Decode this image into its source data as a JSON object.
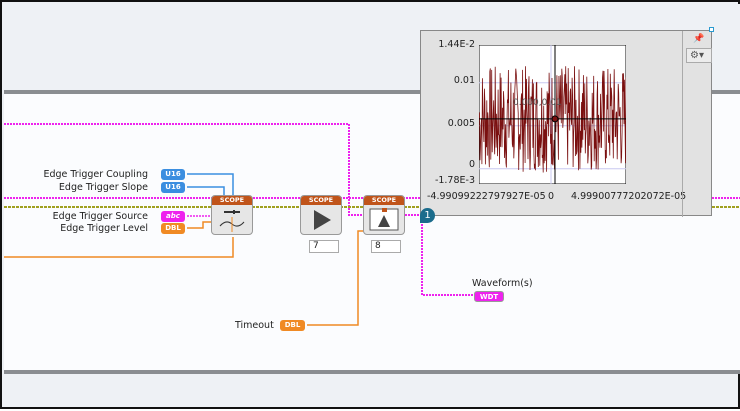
{
  "controls": {
    "coupling": {
      "label": "Edge Trigger Coupling",
      "type": "U16"
    },
    "slope": {
      "label": "Edge Trigger Slope",
      "type": "U16"
    },
    "source": {
      "label": "Edge Trigger Source",
      "type": "abc"
    },
    "level": {
      "label": "Edge Trigger Level",
      "type": "DBL"
    },
    "timeout": {
      "label": "Timeout",
      "type": "DBL"
    }
  },
  "nodes": {
    "configure": {
      "header": "SCOPE",
      "icon": "trigger-config-icon"
    },
    "initiate": {
      "header": "SCOPE",
      "icon": "play-icon",
      "constant": "7"
    },
    "fetch": {
      "header": "SCOPE",
      "icon": "fetch-waveform-icon",
      "constant": "8"
    }
  },
  "indicator": {
    "label": "Waveform(s)",
    "type": "WDT"
  },
  "badge": "1",
  "graph": {
    "y_ticks": [
      "1.44E-2",
      "0.01",
      "0.005",
      "0",
      "-1.78E-3"
    ],
    "x_ticks": [
      "-4.99099222797927E-05",
      "0",
      "4.99900777202072E-05"
    ],
    "cursor_label": "0.000,0.01",
    "plot_color": "#7a1010",
    "ylim": [
      -0.00178,
      0.0144
    ],
    "xlim": [
      -4.99099222797927e-05,
      4.99900777202072e-05
    ]
  },
  "colors": {
    "u16": "#3b8ee0",
    "dbl": "#f08a24",
    "string": "#ee22ee",
    "error": "#a0a020"
  }
}
